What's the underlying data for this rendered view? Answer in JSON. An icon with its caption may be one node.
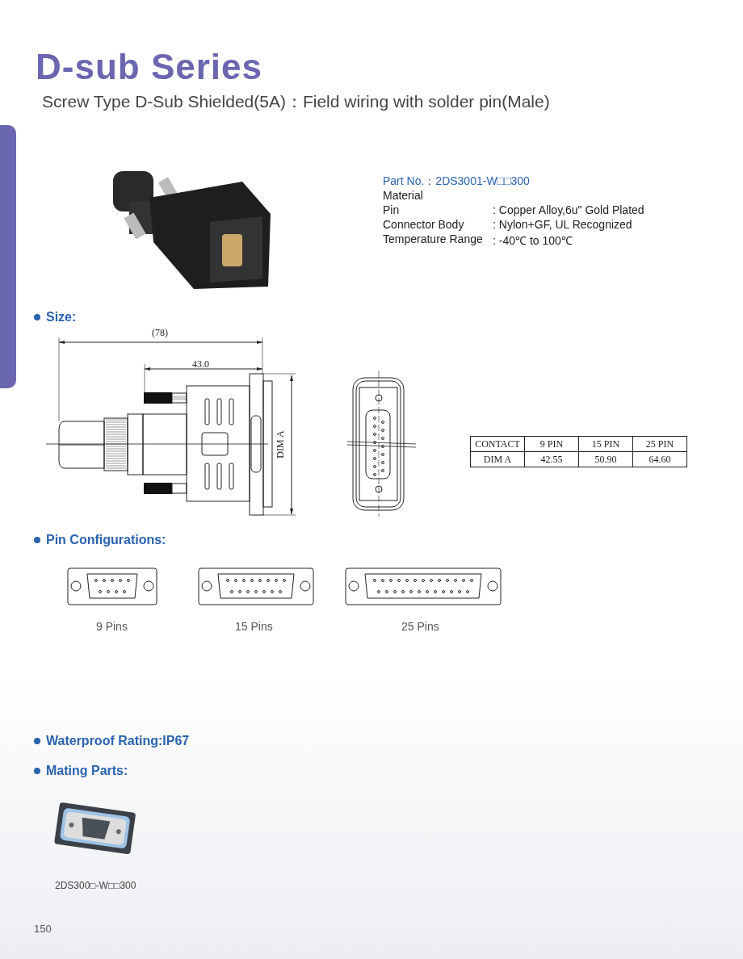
{
  "diagram": {
    "title": "D-sub Series",
    "nodes": [
      {
        "text": [],
        "shape": "bar"
      }
    ],
    "labels": [
      "Screw Type D-Sub Shielded(5A)：Field wiring with solder pin(Male)",
      "Part No.：2DS3001-W□□300",
      "Material",
      "Pin",
      ": Copper Alloy,6u\" Gold Plated",
      "Connector Body",
      ": Nylon+GF, UL Recognized",
      "Temperature Range",
      ": -40℃ to 100℃",
      "Size:",
      "(78)",
      "43.0",
      "DIM A",
      "CONTACT",
      "9 PIN",
      "15 PIN",
      "25 PIN",
      "DIM A",
      "42.55",
      "50.90",
      "64.60",
      "Pin Configurations:",
      "9 Pins",
      "15 Pins",
      "25 Pins",
      "Waterproof Rating:IP67",
      "Mating Parts:",
      "2DS300□-W□□300",
      "150"
    ]
  }
}
